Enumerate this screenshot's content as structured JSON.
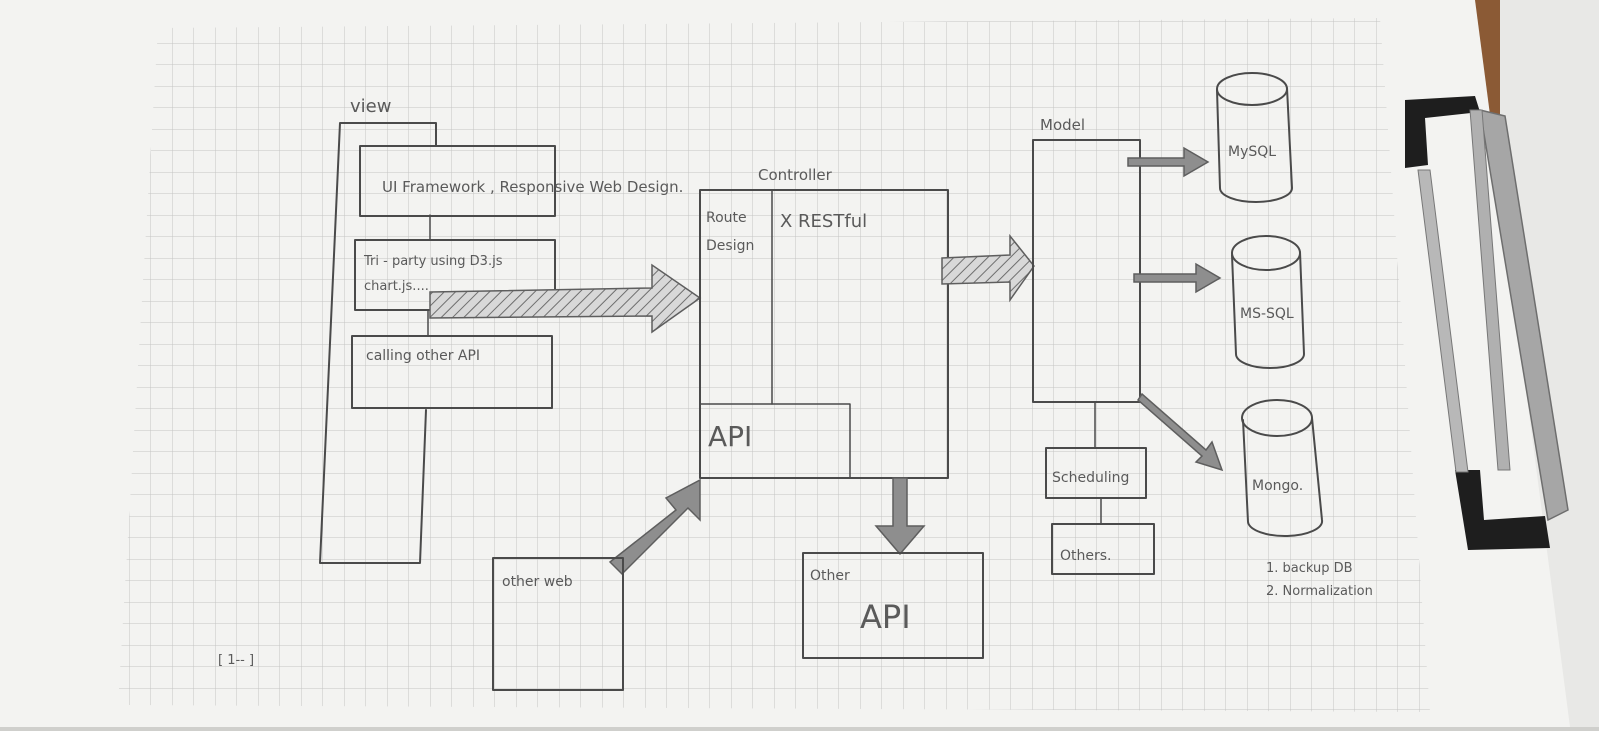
{
  "labels": {
    "view": "view",
    "ui_framework": "UI Framework , Responsive Web Design.",
    "third_party_1": "Tri - party using D3.js",
    "third_party_2": "chart.js....",
    "calling_api": "calling other API",
    "controller": "Controller",
    "route_design_1": "Route",
    "route_design_2": "Design",
    "restful": "X RESTful",
    "api": "API",
    "model": "Model",
    "mysql": "MySQL",
    "mssql": "MS-SQL",
    "mongo": "Mongo.",
    "scheduling": "Scheduling",
    "others": "Others.",
    "other_web": "other web",
    "other_api_1": "Other",
    "other_api_2": "API",
    "note_1": "1. backup DB",
    "note_2": "2. Normalization",
    "corner_mark": "[ 1-- ]"
  },
  "colors": {
    "paper": "#f3f3f1",
    "grid": "#c4c4c4",
    "pencil": "#4a4a4a",
    "arrow_fill": "#8e8e8e",
    "clip_metal": "#9a9a9a",
    "clip_black": "#1e1e1e",
    "wood": "#8b5a35"
  }
}
